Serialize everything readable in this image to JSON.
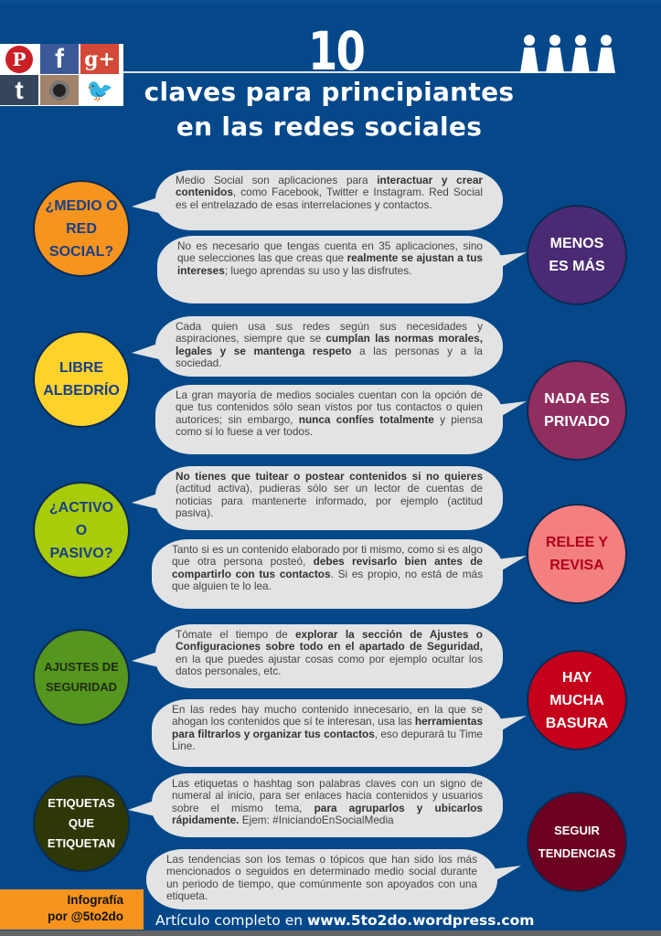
{
  "header": {
    "number": "10",
    "subtitle_line1": "claves para principiantes",
    "subtitle_line2": "en las redes sociales",
    "social_icons": [
      "pinterest-icon",
      "facebook-icon",
      "google-plus-icon",
      "tumblr-icon",
      "instagram-icon",
      "twitter-icon"
    ],
    "social_glyphs": {
      "pinterest": "P",
      "facebook": "f",
      "google": "g+",
      "tumblr": "t",
      "twitter": "🐦"
    }
  },
  "keys_left": [
    {
      "label": "¿MEDIO O RED SOCIAL?",
      "color": "#f7941d",
      "text_color": "#1a3f8a"
    },
    {
      "label": "LIBRE ALBEDRÍO",
      "color": "#fdd22a",
      "text_color": "#1a3f8a"
    },
    {
      "label": "¿ACTIVO O PASIVO?",
      "color": "#a8cb0a",
      "text_color": "#1a3f8a"
    },
    {
      "label": "AJUSTES DE SEGURIDAD",
      "color": "#55961e",
      "text_color": "#1e2a10"
    },
    {
      "label": "ETIQUETAS QUE ETIQUETAN",
      "color": "#2e3806",
      "text_color": "#ffffff"
    }
  ],
  "keys_right": [
    {
      "label": "MENOS ES MÁS",
      "color": "#4b2a74",
      "text_color": "#ffffff"
    },
    {
      "label": "NADA ES PRIVADO",
      "color": "#8f2e5f",
      "text_color": "#ffffff"
    },
    {
      "label": "RELEE Y REVISA",
      "color": "#f47f7f",
      "text_color": "#b0001c"
    },
    {
      "label": "HAY MUCHA BASURA",
      "color": "#c4001a",
      "text_color": "#ffffff"
    },
    {
      "label": "SEGUIR TENDENCIAS",
      "color": "#6c0020",
      "text_color": "#ffffff"
    }
  ],
  "bubbles": [
    [
      {
        "t": "Medio Social son aplicaciones para "
      },
      {
        "t": "interactuar y crear contenidos",
        "b": 1
      },
      {
        "t": ", como  Facebook, Twitter e Instagram. Red Social es el entrelazado de esas interrelaciones y contactos."
      }
    ],
    [
      {
        "t": "No es necesario que tengas cuenta en 35 aplicaciones, sino que selecciones las que creas que "
      },
      {
        "t": "realmente se ajustan a tus intereses",
        "b": 1
      },
      {
        "t": "; luego aprendas su uso y las disfrutes."
      }
    ],
    [
      {
        "t": "Cada quien usa sus redes según sus necesidades y aspiraciones, siempre que se "
      },
      {
        "t": "cumplan las normas morales, legales y se mantenga respeto",
        "b": 1
      },
      {
        "t": " a las personas y a la sociedad."
      }
    ],
    [
      {
        "t": "La gran mayoría de medios sociales cuentan con la opción de que tus contenidos sólo sean vistos por tus contactos o quien autorices; sin embargo, "
      },
      {
        "t": "nunca confíes totalmente",
        "b": 1
      },
      {
        "t": " y piensa como si lo fuese a ver todos."
      }
    ],
    [
      {
        "t": "No tienes que tuitear o postear contenidos si no quieres",
        "b": 1
      },
      {
        "t": " (actitud activa), pudieras sólo ser un lector de cuentas de noticias para mantenerte informado, por ejemplo (actitud pasiva)."
      }
    ],
    [
      {
        "t": "Tanto si es un contenido elaborado por ti mismo, como si es algo que otra persona posteó, "
      },
      {
        "t": "debes revisarlo bien antes de compartirlo con tus contactos",
        "b": 1
      },
      {
        "t": ". Si es propio, no está de más que alguien te lo lea."
      }
    ],
    [
      {
        "t": "Tómate el tiempo de "
      },
      {
        "t": "explorar la sección de Ajustes o Configuraciones sobre todo en el apartado de Seguridad,",
        "b": 1
      },
      {
        "t": " en la que puedes ajustar cosas como por ejemplo ocultar los datos personales, etc."
      }
    ],
    [
      {
        "t": "En las redes hay mucho contenido innecesario, en la que se ahogan los contenidos que sí te interesan, usa las "
      },
      {
        "t": "herramientas para filtrarlos y organizar tus contactos",
        "b": 1
      },
      {
        "t": ", eso depurará tu Time Line."
      }
    ],
    [
      {
        "t": "Las etiquetas o hashtag son palabras claves con un signo de numeral al inicio, para ser enlaces hacia contenidos y usuarios sobre el mismo tema, "
      },
      {
        "t": "para agruparlos y ubicarlos rápidamente.",
        "b": 1
      },
      {
        "t": " Ejem: #IniciandoEnSocialMedia"
      }
    ],
    [
      {
        "t": "Las tendencias son los temas o tópicos que han sido los más mencionados o seguidos en determinado medio social durante un periodo de tiempo, que comúnmente son apoyados con una etiqueta."
      }
    ]
  ],
  "credit": {
    "line1": "Infografía",
    "line2": "por @5to2do"
  },
  "footer": {
    "prefix": "Artículo completo en ",
    "link": "www.5to2do.wordpress.com"
  }
}
